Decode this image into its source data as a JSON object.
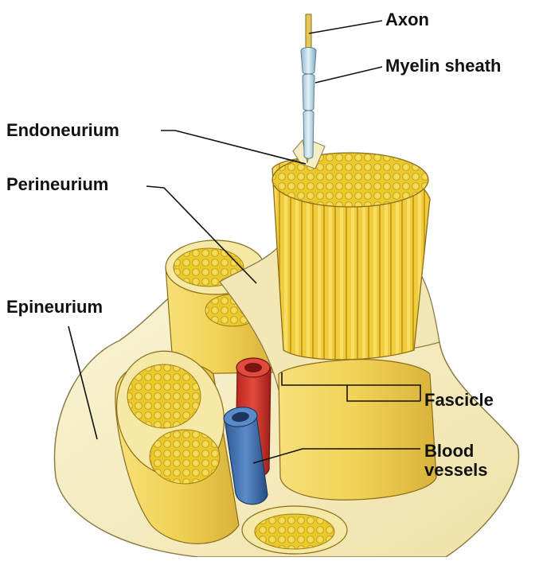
{
  "labels": {
    "axon": "Axon",
    "myelin_sheath": "Myelin sheath",
    "endoneurium": "Endoneurium",
    "perineurium": "Perineurium",
    "epineurium": "Epineurium",
    "fascicle": "Fascicle",
    "blood_vessels_line1": "Blood",
    "blood_vessels_line2": "vessels"
  },
  "colors": {
    "fascicle_yellow": "#f2c21c",
    "epineurium_cream": "#f6edbf",
    "artery_red": "#d9342b",
    "vein_blue": "#3e6fb0",
    "myelin_blue": "#bcd9ea"
  }
}
